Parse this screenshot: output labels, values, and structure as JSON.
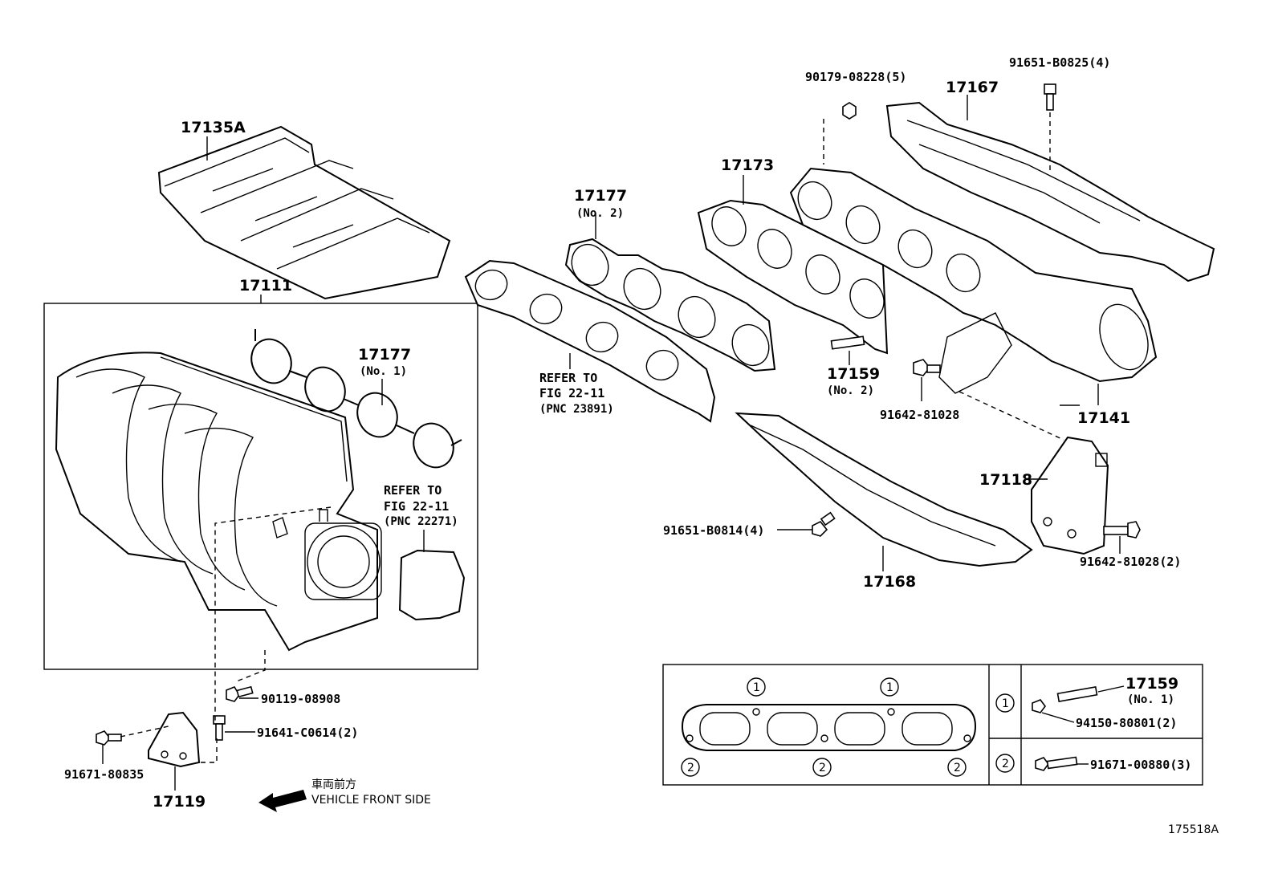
{
  "labels": {
    "p17135A": "17135A",
    "p17111": "17111",
    "p17177_no1": "17177",
    "p17177_no1_sub": "(No. 1)",
    "p17177_no2": "17177",
    "p17177_no2_sub": "(No. 2)",
    "p17173": "17173",
    "p17167": "17167",
    "p17159_no2": "17159",
    "p17159_no2_sub": "(No. 2)",
    "p91642_81028": "91642-81028",
    "p17141": "17141",
    "p17118": "17118",
    "p91651_B0814": "91651-B0814(4)",
    "p17168": "17168",
    "p91642_81028_2": "91642-81028(2)",
    "p90179_08228": "90179-08228(5)",
    "p91651_B0825": "91651-B0825(4)",
    "p90119_08908": "90119-08908",
    "p91641_C0614": "91641-C0614(2)",
    "p91671_80835": "91671-80835",
    "p17119": "17119"
  },
  "refer_notes": {
    "note_a_line1": "REFER TO",
    "note_a_line2": "FIG 22-11",
    "note_a_line3": "(PNC 23891)",
    "note_b_line1": "REFER TO",
    "note_b_line2": "FIG 22-11",
    "note_b_line3": "(PNC 22271)"
  },
  "direction": {
    "jp": "車両前方",
    "en": "VEHICLE FRONT SIDE"
  },
  "legend": {
    "marker1": "1",
    "marker2": "2",
    "row1_part": "17159",
    "row1_sub": "(No. 1)",
    "row1_nut": "94150-80801(2)",
    "row2_bolt": "91671-00880(3)"
  },
  "figure_id": "175518A"
}
